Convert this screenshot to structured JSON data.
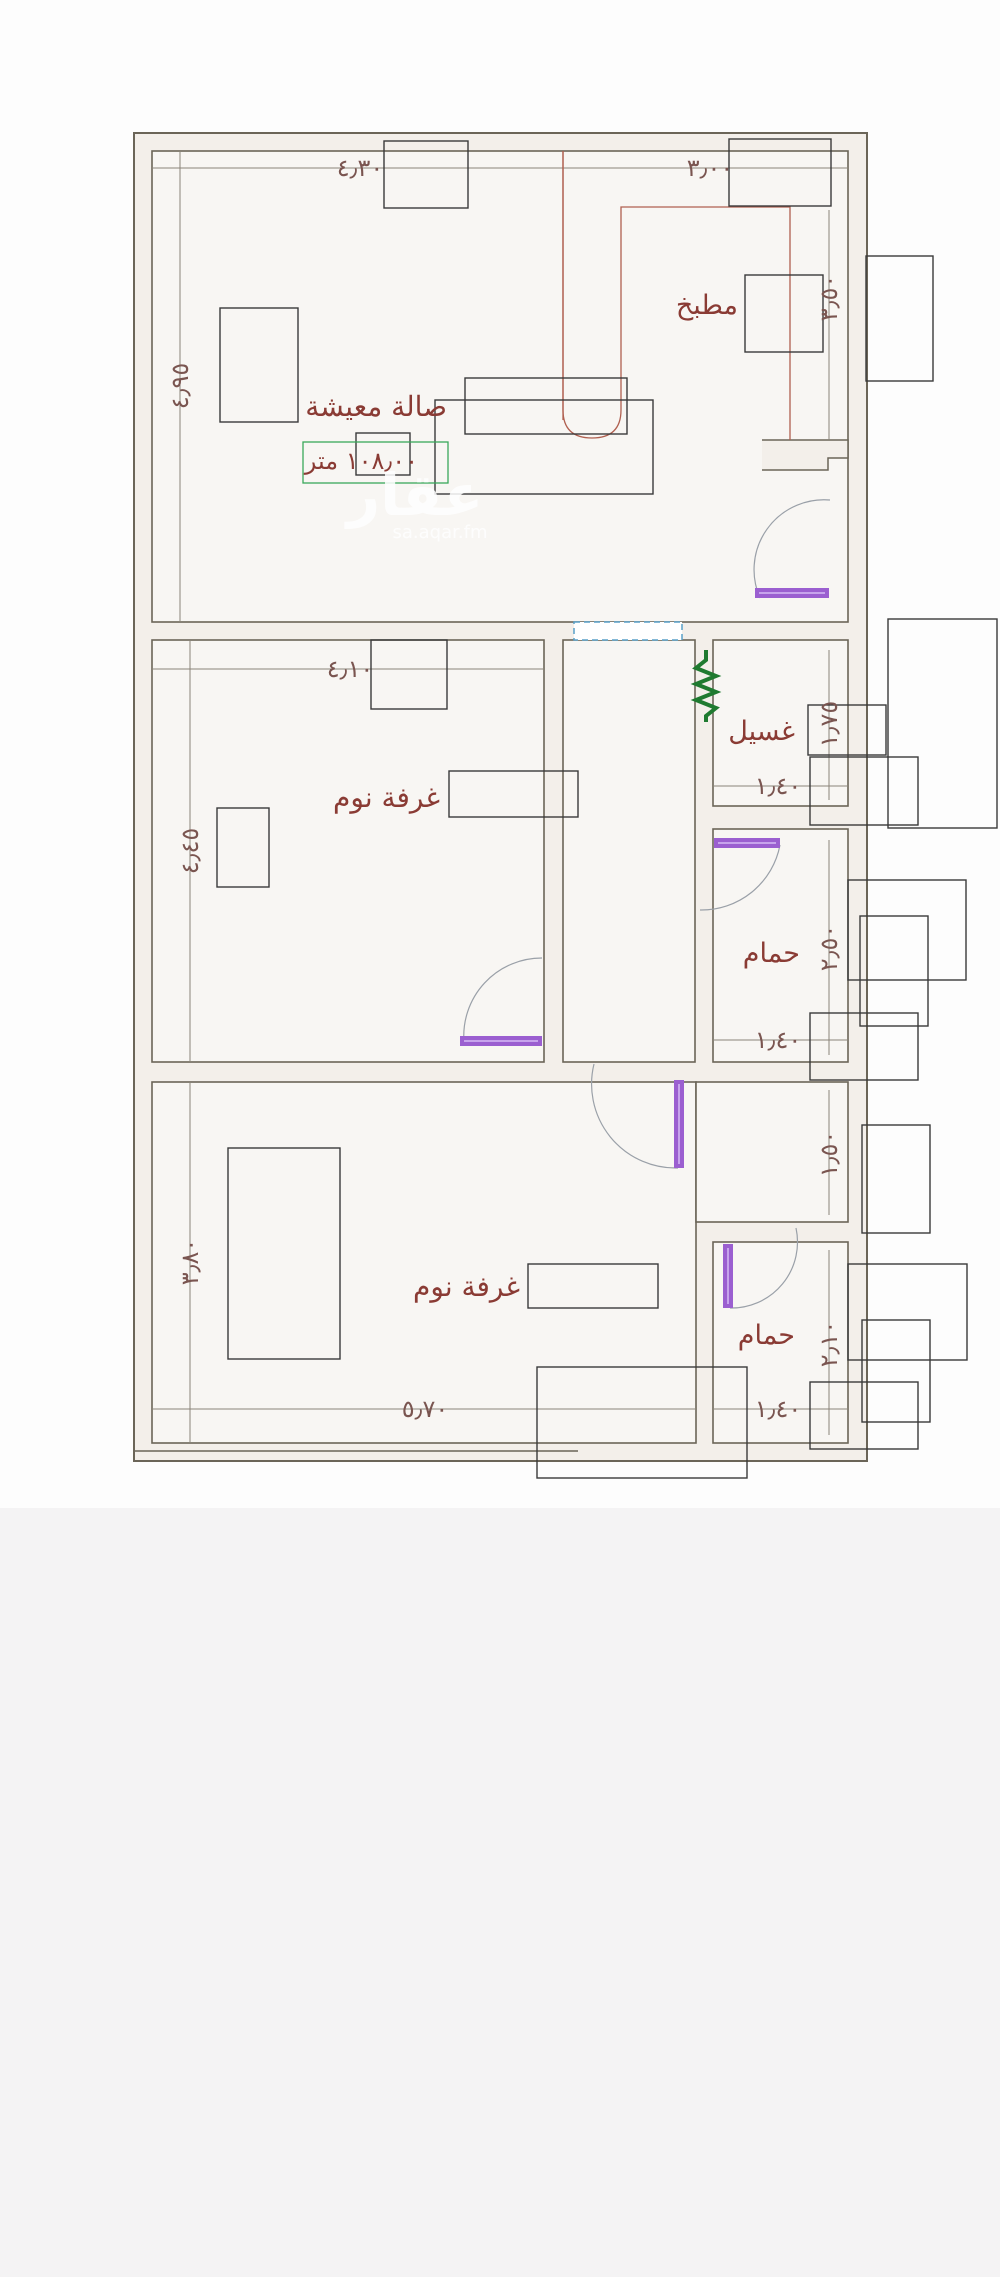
{
  "rooms": {
    "living": "صالة معيشة",
    "kitchen": "مطبخ",
    "laundry": "غسيل",
    "bedroom_1": "غرفة نوم",
    "bedroom_2": "غرفة نوم",
    "bath_1": "حمام",
    "bath_2": "حمام"
  },
  "area_label": "١٠٨٫٠٠ متر",
  "watermark": {
    "logo": "عقار",
    "url": "sa.aqar.fm"
  },
  "dimensions": {
    "living_width": "٤٫٣٠",
    "kitchen_width": "٣٫٠٠",
    "living_height": "٤٫٩٥",
    "kitchen_height": "٣٫٥٠",
    "bed1_width": "٤٫١٠",
    "bed1_height": "٤٫٤٥",
    "laundry_height": "١٫٧٥",
    "laundry_width": "١٫٤٠",
    "bath1_height": "٢٫٥٠",
    "bath1_width": "١٫٤٠",
    "corridor_height": "١٫٥٠",
    "bed2_height": "٣٫٨٠",
    "bed2_width": "٥٫٧٠",
    "bath2_height": "٢٫١٠",
    "bath2_width": "١٫٤٠"
  },
  "colors": {
    "wall": "#f6f3ef",
    "wall_stroke": "#5a5448",
    "label": "#8a3b34",
    "area_box": "#39a85a",
    "pipe": "#1f7a30",
    "door_leaf": "#9b5fd0"
  }
}
